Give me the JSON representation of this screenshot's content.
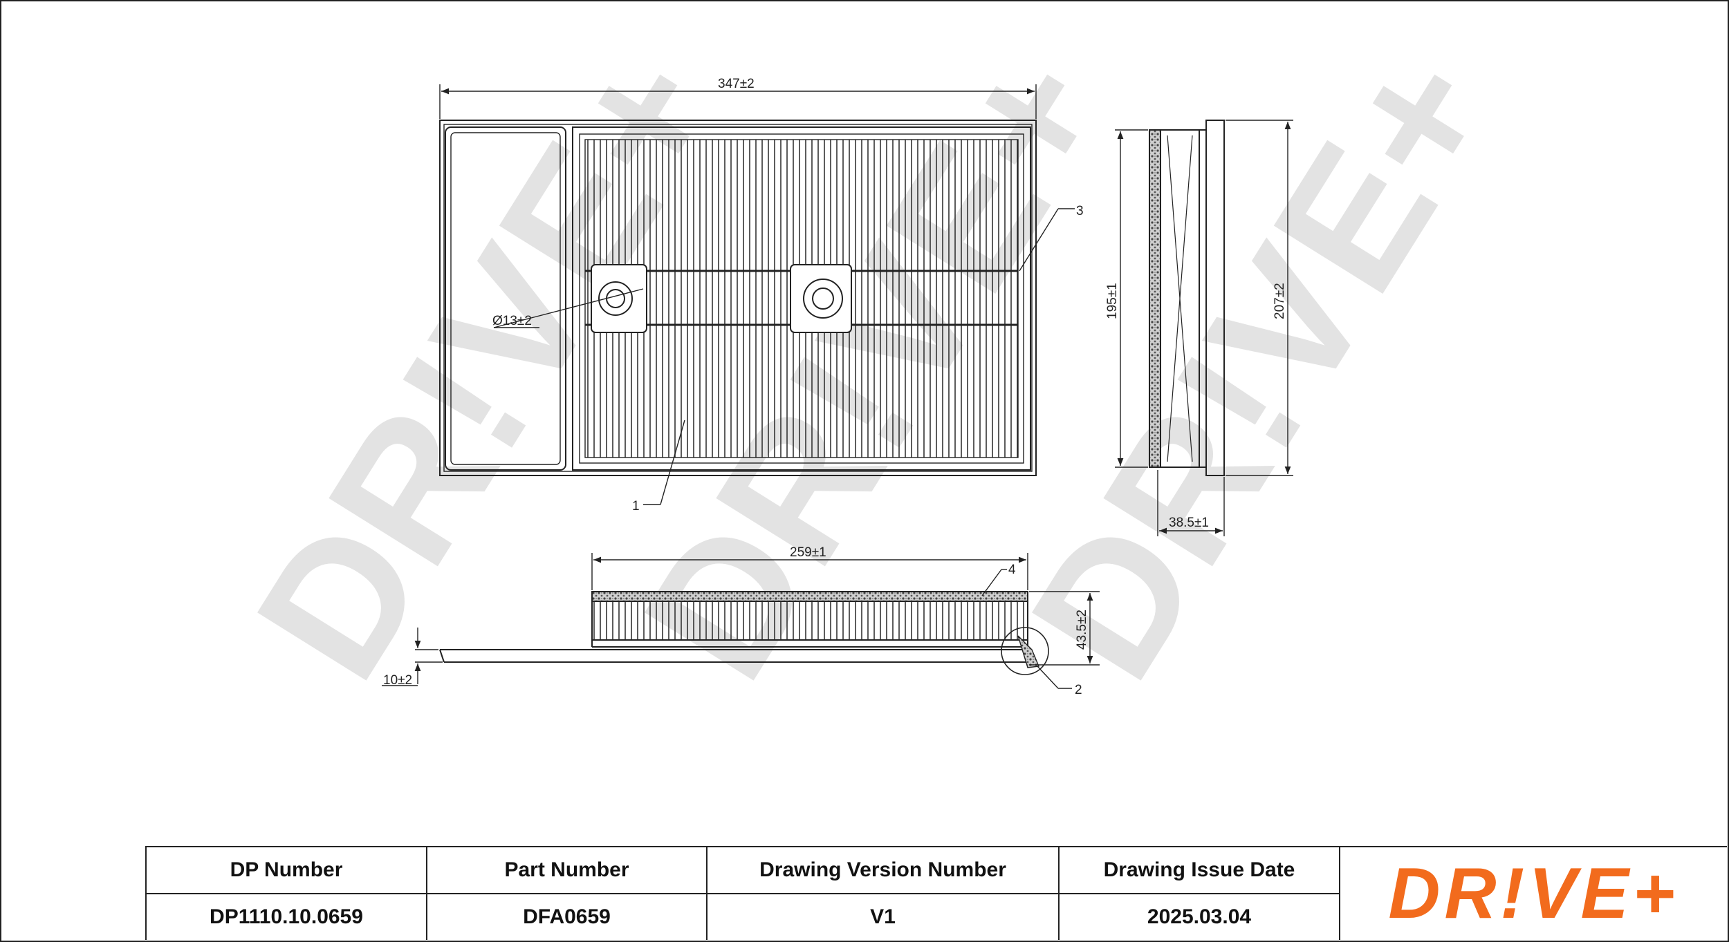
{
  "dimensions": {
    "overall_length": "347±2",
    "overall_width": "207±2",
    "inner_width": "195±1",
    "depth": "38.5±1",
    "side_length": "259±1",
    "height": "43.5±2",
    "flange": "10±2",
    "hole_diameter": "Ø13±2"
  },
  "callouts": {
    "c1": "1",
    "c2": "2",
    "c3": "3",
    "c4": "4"
  },
  "title_block": {
    "headers": {
      "dp_number": "DP Number",
      "part_number": "Part Number",
      "version": "Drawing Version Number",
      "issue_date": "Drawing Issue Date"
    },
    "values": {
      "dp_number": "DP1110.10.0659",
      "part_number": "DFA0659",
      "version": "V1",
      "issue_date": "2025.03.04"
    }
  },
  "logo": {
    "text": "DR!VE+",
    "color": "#f26b1d"
  },
  "watermark": {
    "text": "DR!VE+"
  }
}
